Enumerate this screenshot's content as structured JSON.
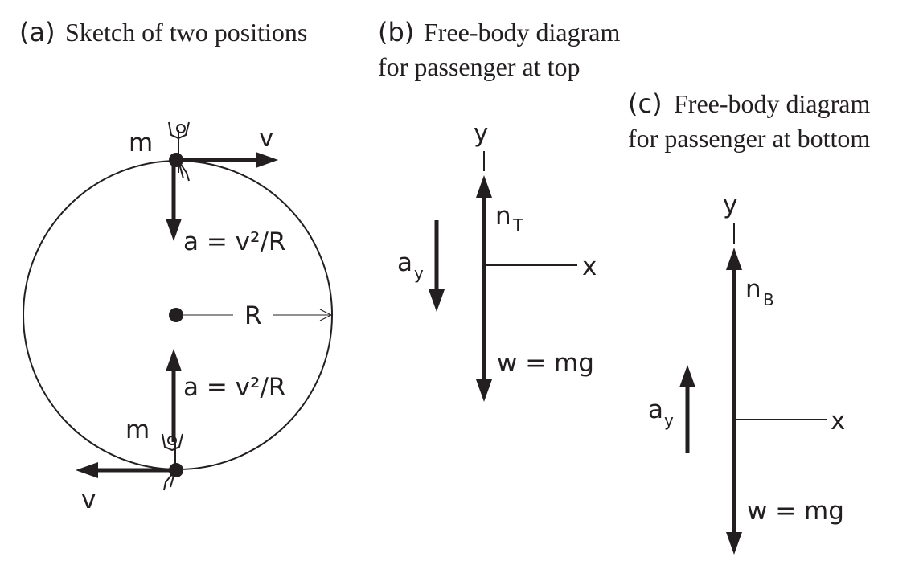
{
  "panel_a": {
    "caption_letter": "(a)",
    "caption": "Sketch of two positions",
    "mass_top": "m",
    "velocity_top": "v",
    "accel_top": "a = v²/R",
    "radius": "R",
    "accel_bottom": "a = v²/R",
    "mass_bottom": "m",
    "velocity_bottom": "v"
  },
  "panel_b": {
    "caption_letter": "(b)",
    "caption_line1": "Free-body diagram",
    "caption_line2": "for passenger at top",
    "y_axis": "y",
    "x_axis": "x",
    "normal_main": "n",
    "normal_sub": "T",
    "accel_main": "a",
    "accel_sub": "y",
    "weight": "w = mg"
  },
  "panel_c": {
    "caption_letter": "(c)",
    "caption_line1": "Free-body diagram",
    "caption_line2": "for passenger at bottom",
    "y_axis": "y",
    "x_axis": "x",
    "normal_main": "n",
    "normal_sub": "B",
    "accel_main": "a",
    "accel_sub": "y",
    "weight": "w = mg"
  }
}
